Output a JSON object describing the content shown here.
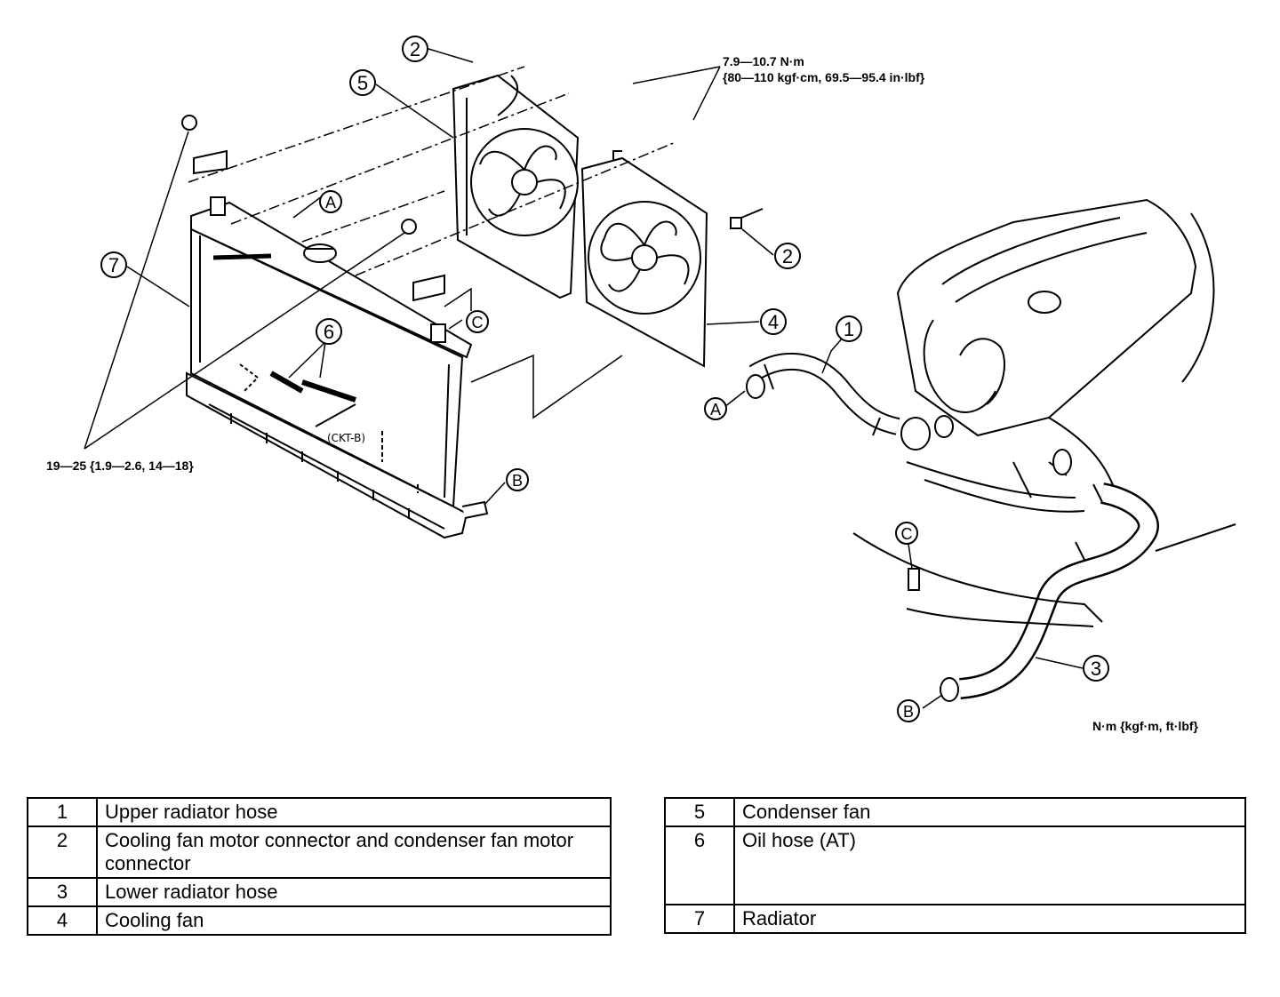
{
  "torque_specs": {
    "fan_bolts_line1": "7.9—10.7 N·m",
    "fan_bolts_line2": "{80—110 kgf·cm, 69.5—95.4 in·lbf}",
    "radiator_mount": "19—25 {1.9—2.6, 14—18}",
    "units": "N·m {kgf·m, ft·lbf}"
  },
  "callouts": {
    "n1": "1",
    "n2": "2",
    "n3": "3",
    "n4": "4",
    "n5": "5",
    "n6": "6",
    "n7": "7",
    "a": "A",
    "b": "B",
    "c": "C"
  },
  "legend_left": [
    {
      "num": "1",
      "label": "Upper radiator hose"
    },
    {
      "num": "2",
      "label": "Cooling fan motor connector and condenser fan motor connector"
    },
    {
      "num": "3",
      "label": "Lower radiator hose"
    },
    {
      "num": "4",
      "label": "Cooling fan"
    }
  ],
  "legend_right": [
    {
      "num": "5",
      "label": "Condenser fan"
    },
    {
      "num": "6",
      "label": "Oil hose (AT)"
    },
    {
      "num": "7",
      "label": "Radiator"
    }
  ]
}
